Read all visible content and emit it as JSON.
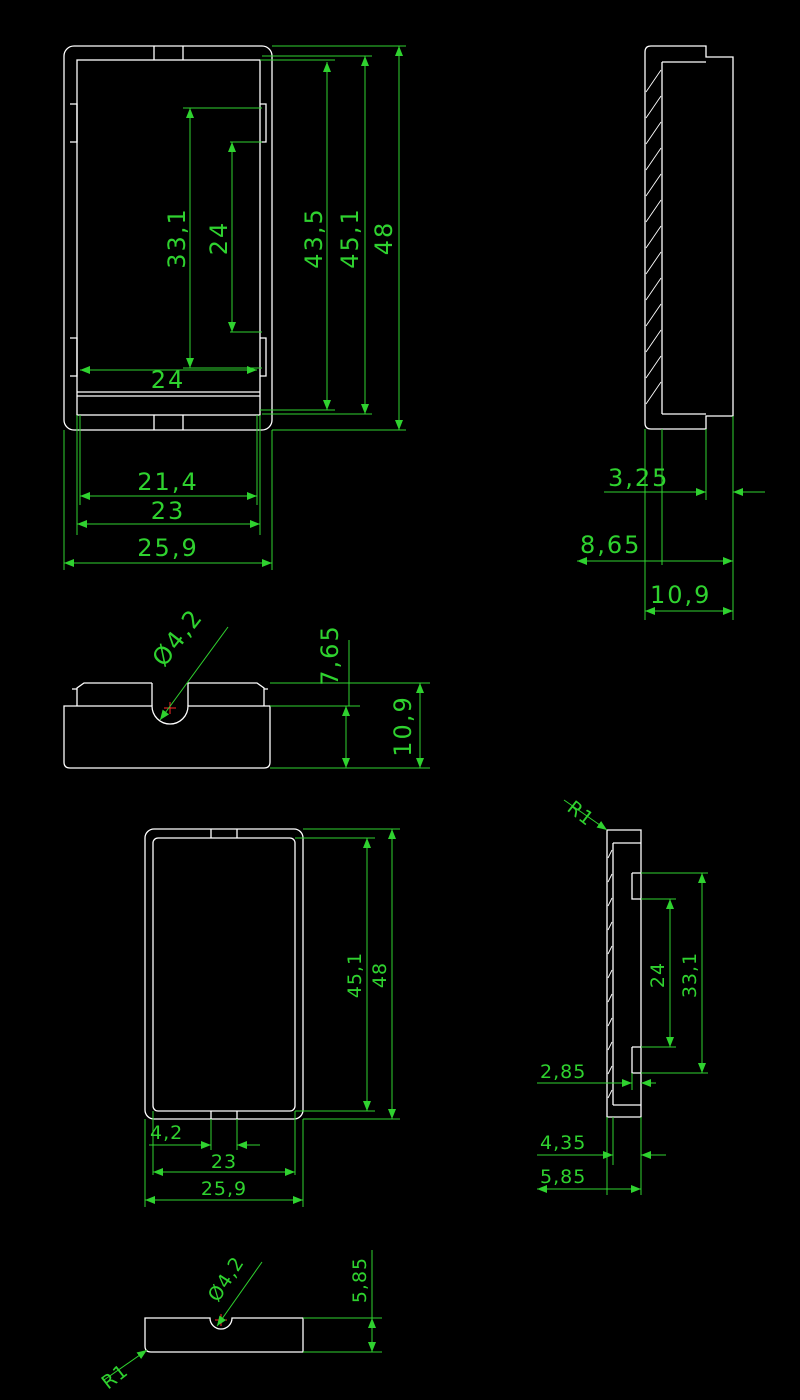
{
  "background": "#000000",
  "colors": {
    "geometry": "#ffffff",
    "dimension": "#2fd22f",
    "center_mark": "#ff2a2a"
  },
  "labels": {
    "v1": {
      "d33": "33,1",
      "d24v": "24",
      "d435": "43,5",
      "d451": "45,1",
      "d48": "48",
      "d24h": "24",
      "d214": "21,4",
      "d23": "23",
      "d259": "25,9"
    },
    "side1": {
      "d325": "3,25",
      "d865": "8,65",
      "d109": "10,9"
    },
    "front1": {
      "dia": "Ø4,2",
      "d765": "7,65",
      "d109": "10,9"
    },
    "v2": {
      "d451": "45,1",
      "d48": "48",
      "d42": "4,2",
      "d23": "23",
      "d259": "25,9"
    },
    "side2": {
      "r1": "R1",
      "d24": "24",
      "d331": "33,1",
      "d285": "2,85",
      "d435": "4,35",
      "d585": "5,85"
    },
    "front2": {
      "dia": "Ø4,2",
      "d585": "5,85",
      "r1": "R1"
    }
  }
}
